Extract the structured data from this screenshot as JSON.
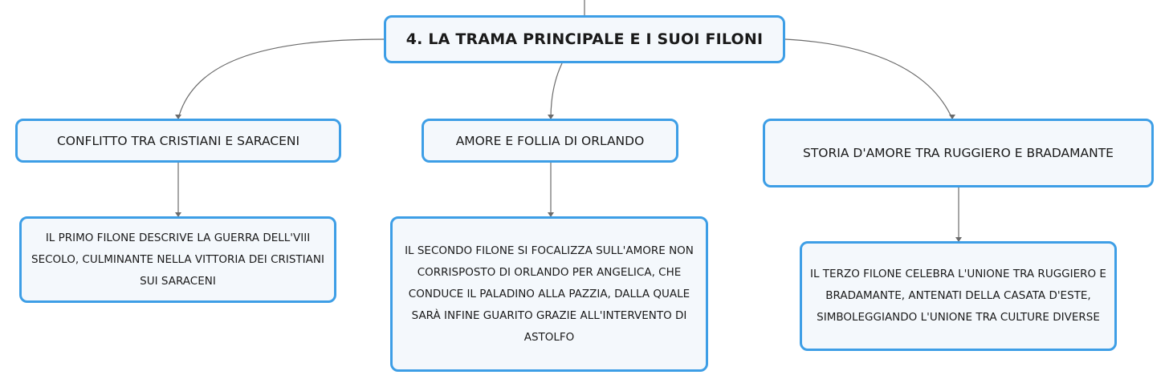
{
  "root": {
    "label": "4. LA TRAMA PRINCIPALE E I SUOI FILONI"
  },
  "topics": [
    {
      "label": "CONFLITTO TRA CRISTIANI E SARACENI"
    },
    {
      "label": "AMORE E FOLLIA DI ORLANDO"
    },
    {
      "label": "STORIA D'AMORE TRA RUGGIERO E BRADAMANTE"
    }
  ],
  "details": [
    {
      "text": "IL PRIMO FILONE DESCRIVE LA GUERRA DELL'VIII SECOLO, CULMINANTE NELLA VITTORIA DEI CRISTIANI SUI SARACENI"
    },
    {
      "text": "IL SECONDO FILONE SI FOCALIZZA SULL'AMORE NON CORRISPOSTO DI ORLANDO PER ANGELICA, CHE CONDUCE IL PALADINO ALLA PAZZIA, DALLA QUALE SARÀ INFINE GUARITO GRAZIE ALL'INTERVENTO DI ASTOLFO"
    },
    {
      "text": "IL TERZO FILONE CELEBRA L'UNIONE TRA RUGGIERO E BRADAMANTE, ANTENATI DELLA CASATA D'ESTE, SIMBOLEGGIANDO L'UNIONE TRA CULTURE DIVERSE"
    }
  ],
  "colors": {
    "border": "#3d9ee6",
    "fill": "#f4f8fc",
    "connector": "#6b6b6b"
  }
}
